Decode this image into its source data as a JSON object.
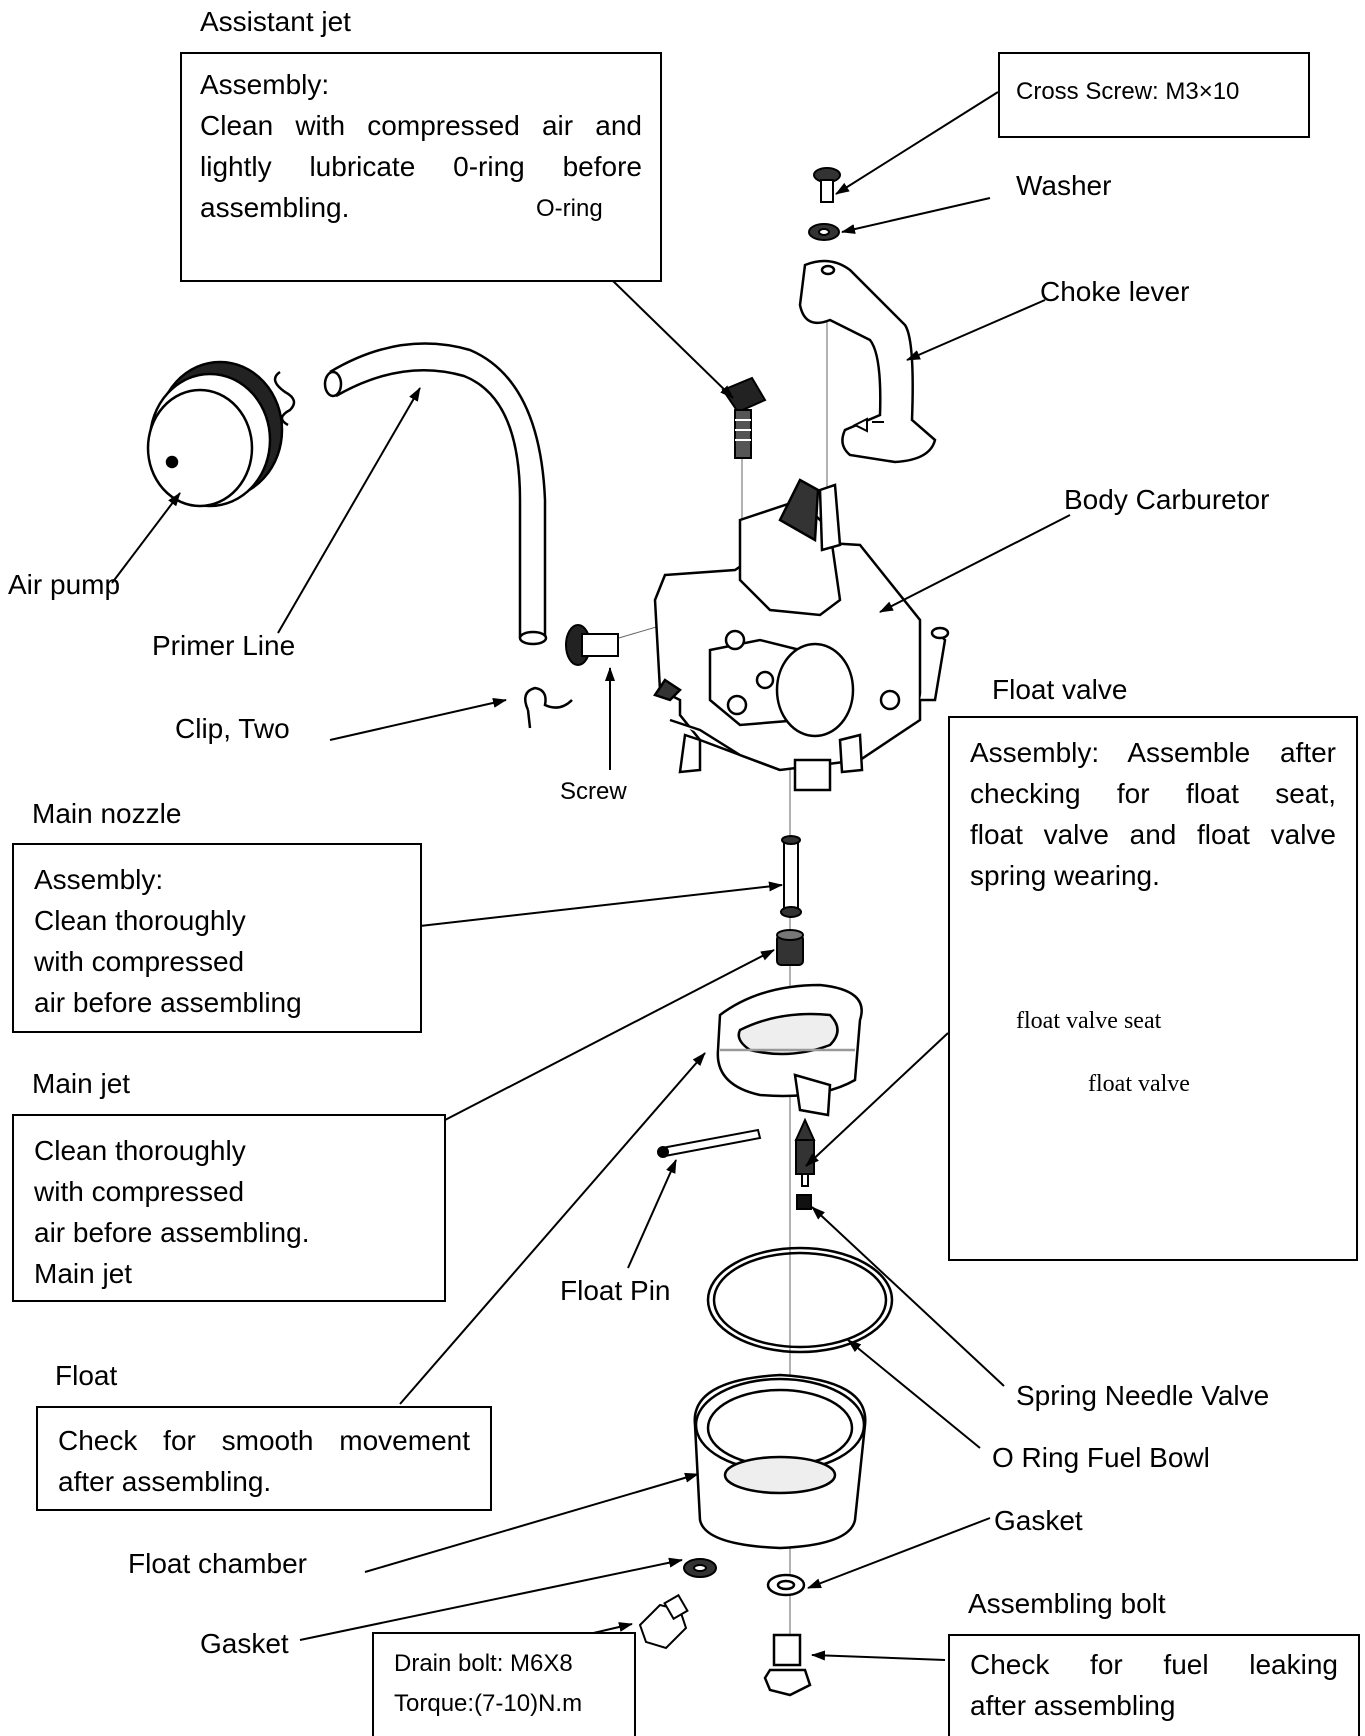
{
  "labels": {
    "assistant_jet": "Assistant jet",
    "washer": "Washer",
    "choke_lever": "Choke lever",
    "body_carburetor": "Body Carburetor",
    "air_pump": "Air pump",
    "primer_line": "Primer Line",
    "clip_two": "Clip, Two",
    "screw": "Screw",
    "float_valve": "Float valve",
    "main_nozzle": "Main nozzle",
    "main_jet": "Main jet",
    "float_pin": "Float Pin",
    "float": "Float",
    "spring_needle_valve": "Spring Needle Valve",
    "o_ring_fuel_bowl": "O Ring Fuel Bowl",
    "gasket_right": "Gasket",
    "float_chamber": "Float chamber",
    "gasket_left": "Gasket",
    "assembling_bolt": "Assembling bolt",
    "o_ring": "O-ring",
    "float_valve_seat": "float valve seat",
    "float_valve_small": "float valve"
  },
  "boxes": {
    "assistant_jet": {
      "line1": "Assembly:",
      "line2": "Clean with compressed air and",
      "line3": "lightly lubricate 0-ring before",
      "line4": "assembling."
    },
    "cross_screw": {
      "text": "Cross Screw: M3×10"
    },
    "float_valve": {
      "line1": "Assembly: Assemble after",
      "line2": "checking for float seat,",
      "line3": "float valve and float valve",
      "line4": "spring wearing."
    },
    "main_nozzle": {
      "line1": "Assembly:",
      "line2": "Clean thoroughly",
      "line3": "with compressed",
      "line4": "air before assembling"
    },
    "main_jet": {
      "line1": "Clean thoroughly",
      "line2": "with compressed",
      "line3": "air before assembling.",
      "line4": "Main jet"
    },
    "float": {
      "line1": "Check for smooth movement",
      "line2": "after assembling."
    },
    "drain_bolt": {
      "line1": "Drain bolt: M6X8",
      "line2": "Torque:(7-10)N.m"
    },
    "assembling_bolt": {
      "line1": "Check for fuel leaking",
      "line2": "after assembling"
    }
  }
}
